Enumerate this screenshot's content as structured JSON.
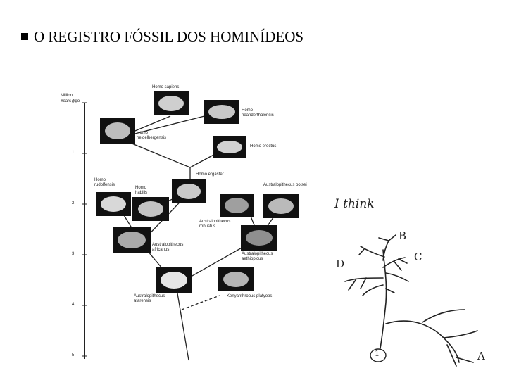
{
  "title": "O REGISTRO FÓSSIL DOS HOMINÍDEOS",
  "tree": {
    "axis_title": "Million Years Ago",
    "ticks": [
      "0",
      "1",
      "2",
      "3",
      "4",
      "5"
    ],
    "species": {
      "sapiens": "Homo sapiens",
      "neanderthalensis": "Homo neanderthalensis",
      "heidelbergensis": "Homo heidelbergensis",
      "erectus": "Homo erectus",
      "ergaster": "Homo ergaster",
      "rudolfensis": "Homo rudolfensis",
      "habilis": "Homo habilis",
      "boisei": "Australopithecus boisei",
      "robustus": "Australopithecus robustus",
      "africanus": "Australopithecus africanus",
      "aethiopicus": "Australopithecus aethiopicus",
      "afarensis": "Australopithecus afarensis",
      "kenyanthropus": "Kenyanthropus platyops"
    }
  },
  "sketch": {
    "caption": "I think",
    "labels": {
      "a": "A",
      "b": "B",
      "c": "C",
      "d": "D",
      "one": "1"
    }
  }
}
